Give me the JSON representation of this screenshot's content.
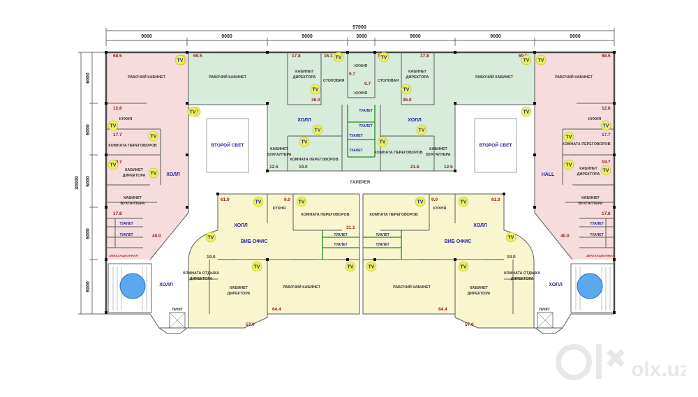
{
  "dimensions": {
    "total": "57000",
    "segments": [
      "9000",
      "9000",
      "9000",
      "3000",
      "9000",
      "9000",
      "9000"
    ],
    "height_total": "30000",
    "rows": [
      "6000",
      "6000",
      "6000",
      "6000",
      "6000"
    ]
  },
  "labels": {
    "gallery": "ГАЛЕРЕЯ",
    "second_light": "ВТОРОЙ СВЕТ",
    "hall": "ХОЛЛ",
    "hall_en": "HALL",
    "work_office": "РАБОЧИЙ КАБИНЕТ",
    "kitchen": "КУХНЯ",
    "meeting": "КОМНАТА ПЕРЕГОВОРОВ",
    "director": "КАБИНЕТ ДИРЕКТОРА",
    "director_split": [
      "КАБИНЕТ",
      "ДИРЕКТОРА"
    ],
    "accountant_split": [
      "КАБИНЕТ",
      "БУХГАЛТЕРА"
    ],
    "canteen": "СТОЛОВАЯ",
    "toilet": "ТУАЛЕТ",
    "vip": "ВИБ ОФИС",
    "lift": "ЛИФТ",
    "fire_exit": "ЭВАКУАЦИОННАЯ",
    "rest_split": [
      "КОМНАТА ОТДЫХА",
      "ДИРЕКТОРА"
    ],
    "tv": "TV"
  },
  "areas": {
    "a68_5": "68.5",
    "a69_5": "69.5",
    "a17_8": "17.8",
    "a16_1": "16.1",
    "a9_7": "9.7",
    "a36_0": "36.0",
    "a12_8": "12.8",
    "a17_7": "17.7",
    "a19_7": "19.7",
    "a12_5": "12.5",
    "a19_0": "19.0",
    "a21_5": "21.5",
    "a40_0": "40.0",
    "a61_0": "61.0",
    "a9_0": "9.0",
    "a31_1": "31.1",
    "a64_4": "64.4",
    "a57_0": "57.0"
  },
  "colors": {
    "pink": "#f6dcdc",
    "green": "#d8ecdc",
    "yellow": "#f9f6cf",
    "tv_fill": "#eef05a",
    "pool": "#5aa8ee"
  },
  "watermark": "olx.uz"
}
